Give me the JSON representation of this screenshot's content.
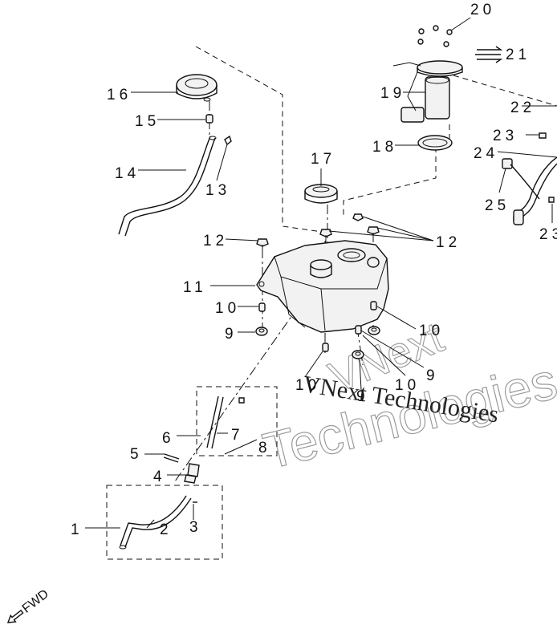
{
  "callouts": {
    "c1": "1",
    "c2": "2",
    "c3": "3",
    "c4": "4",
    "c5": "5",
    "c6": "6",
    "c7": "7",
    "c8": "8",
    "c9a": "9",
    "c9b": "9",
    "c9c": "9",
    "c10a": "10",
    "c10b": "10",
    "c10c": "10",
    "c10d": "10",
    "c11": "11",
    "c12a": "12",
    "c12b": "12",
    "c13": "13",
    "c14": "14",
    "c15": "15",
    "c16": "16",
    "c17": "17",
    "c18": "18",
    "c19": "19",
    "c20": "20",
    "c21": "21",
    "c22": "22",
    "c23a": "23",
    "c23b": "23",
    "c24": "24",
    "c25": "25"
  },
  "direction": {
    "label": "FWD"
  },
  "watermark": {
    "line1": "VNext Technologies",
    "line2": "Technologies",
    "line3": "VNext"
  }
}
